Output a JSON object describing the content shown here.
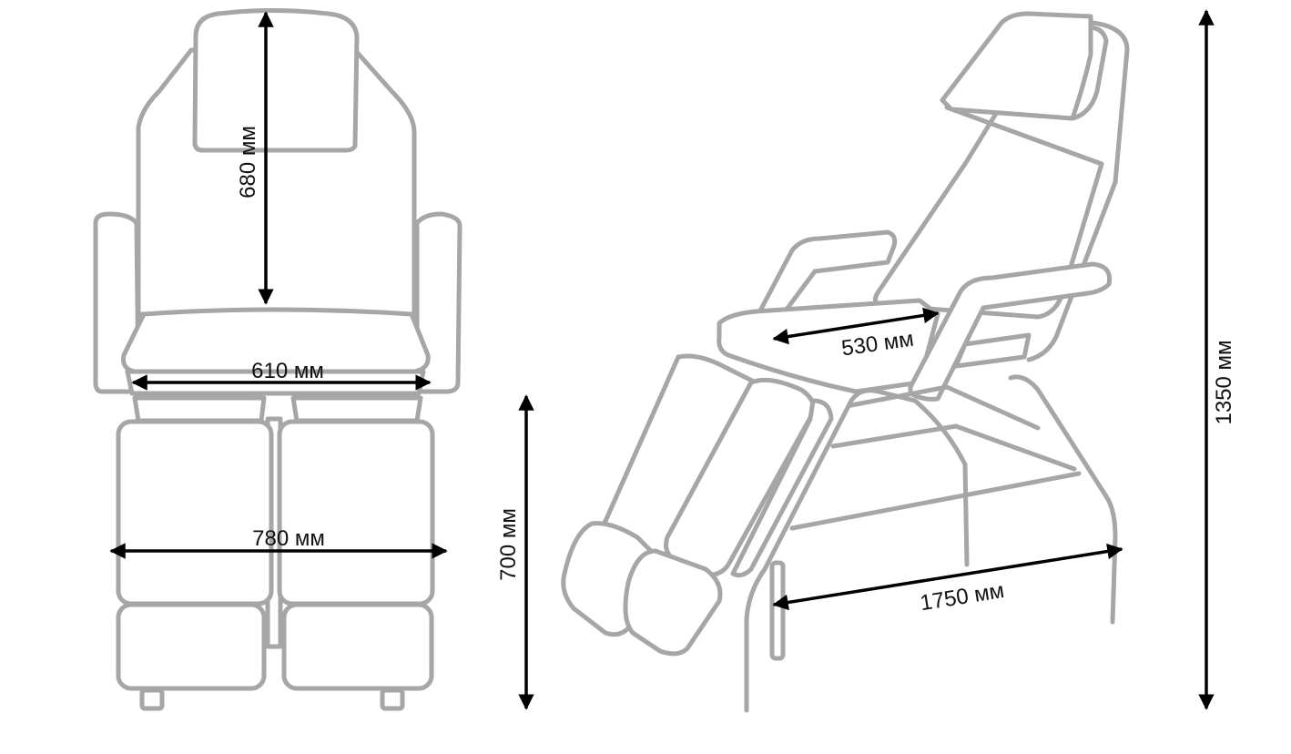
{
  "dimensions": {
    "backrest_height": "680 мм",
    "seat_width": "610 мм",
    "overall_width": "780 мм",
    "seat_height": "700 мм",
    "seat_depth": "530 мм",
    "overall_length": "1750 мм",
    "overall_height": "1350 мм"
  },
  "colors": {
    "outline": "#a6a6a6",
    "dimension_lines": "#000000",
    "background": "#ffffff"
  }
}
